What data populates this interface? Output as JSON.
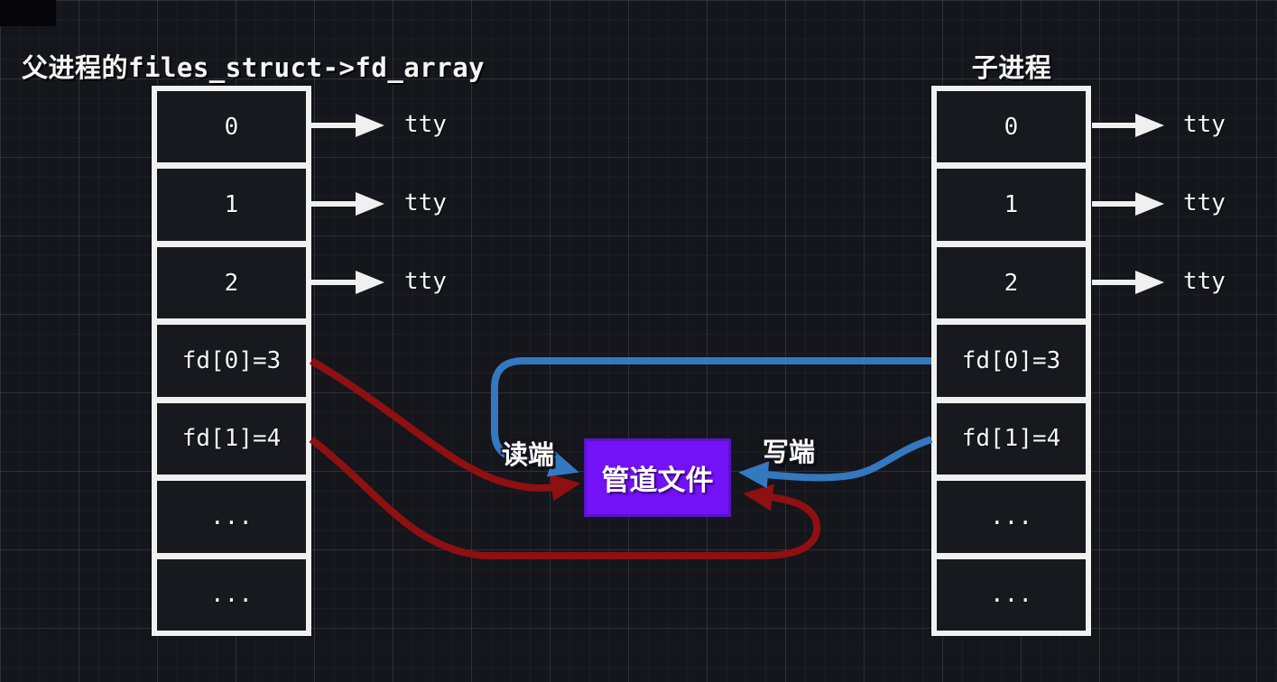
{
  "parent_table": {
    "title": "父进程的files_struct->fd_array",
    "rows": [
      "0",
      "1",
      "2",
      "fd[0]=3",
      "fd[1]=4",
      "...",
      "..."
    ]
  },
  "child_table": {
    "title": "子进程",
    "rows": [
      "0",
      "1",
      "2",
      "fd[0]=3",
      "fd[1]=4",
      "...",
      "..."
    ]
  },
  "pipe": {
    "label": "管道文件",
    "read_end_label": "读端",
    "write_end_label": "写端"
  },
  "tty_label": "tty",
  "colors": {
    "canvas_bg": "#15151c",
    "cell_fill": "#18181f",
    "table_frame": "#f0f0f0",
    "text": "#f5f5f5",
    "parent_link": "#8e1010",
    "child_link": "#3478c0",
    "pipe_fill": "#7311f7",
    "pipe_border": "#5a14c8"
  }
}
